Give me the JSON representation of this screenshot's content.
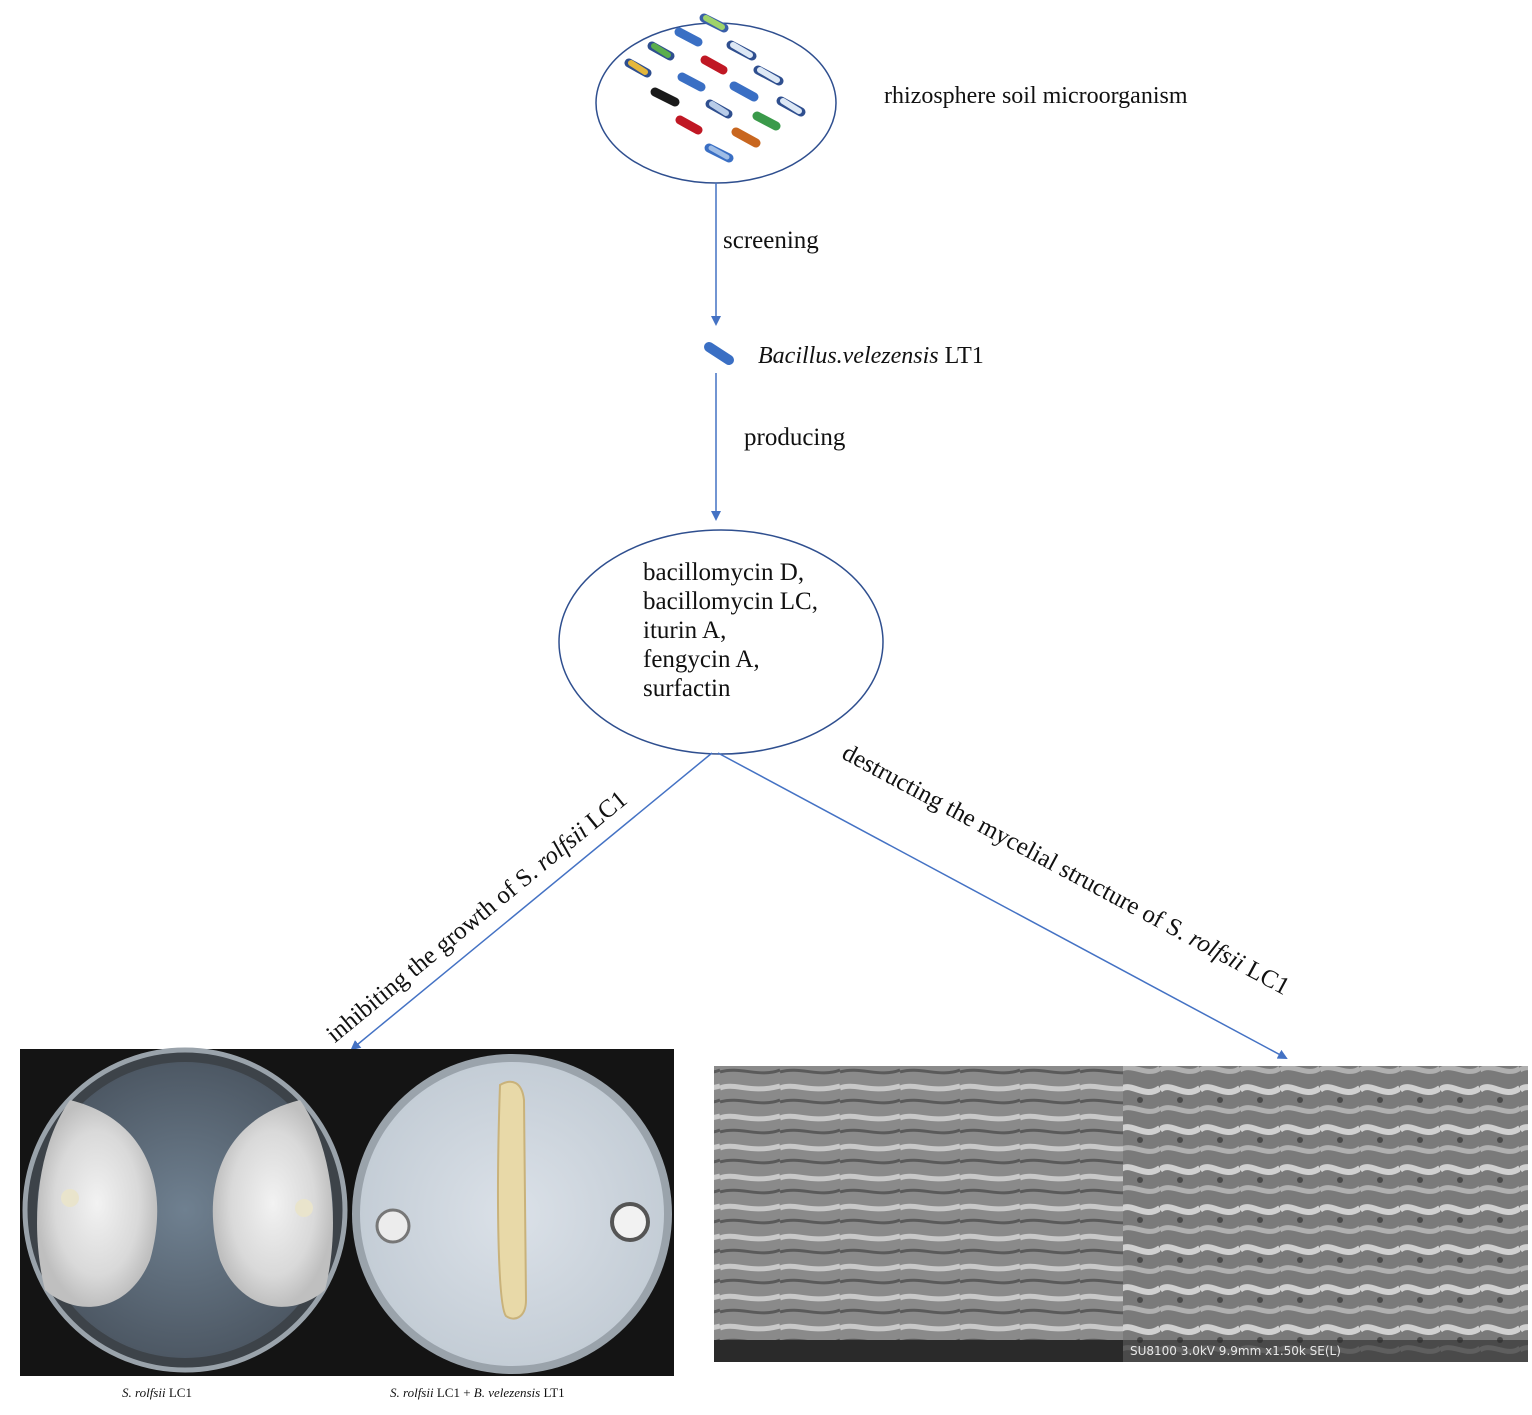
{
  "source_label": "rhizosphere soil microorganism",
  "step1": "screening",
  "strain": {
    "italic": "Bacillus.velezensis",
    "plain": " LT1"
  },
  "step2": "producing",
  "compounds": [
    "bacillomycin D,",
    "bacillomycin LC,",
    "iturin A,",
    "fengycin A,",
    "surfactin"
  ],
  "left_branch": {
    "pre": "inhibiting the growth of S. ",
    "italic": "rolfsii",
    "post": " LC1"
  },
  "right_branch": {
    "pre": "destructing the mycelial structure of S. ",
    "italic": "rolfsii",
    "post": " LC1"
  },
  "captions": {
    "plate1": {
      "italic": "S. rolfsii",
      "plain": " LC1"
    },
    "plate2": {
      "italic1": "S. rolfsii",
      "mid": " LC1 + ",
      "italic2": "B. velezensis",
      "plain": " LT1"
    }
  },
  "sem_footer": "SU8100 3.0kV 9.9mm x1.50k SE(L)",
  "colors": {
    "arrow": "#4472c4",
    "outline": "#2f4f8f"
  },
  "icons": [
    "bacteria-cluster-icon",
    "bacterium-icon",
    "petri-dish-control-icon",
    "petri-dish-dual-culture-icon",
    "sem-micrograph-icon"
  ]
}
